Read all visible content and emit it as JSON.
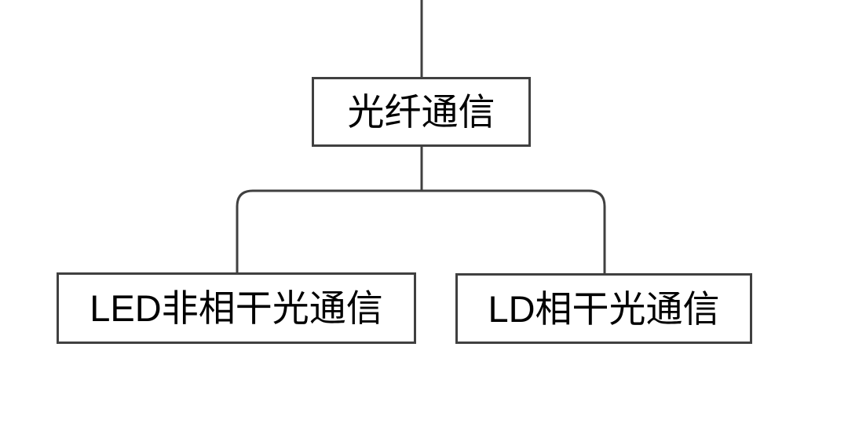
{
  "diagram": {
    "type": "tree",
    "root": {
      "label": "光纤通信"
    },
    "children": [
      {
        "label": "LED非相干光通信"
      },
      {
        "label": "LD相干光通信"
      }
    ],
    "colors": {
      "line": "#404040",
      "text": "#000000",
      "background": "#ffffff"
    }
  }
}
